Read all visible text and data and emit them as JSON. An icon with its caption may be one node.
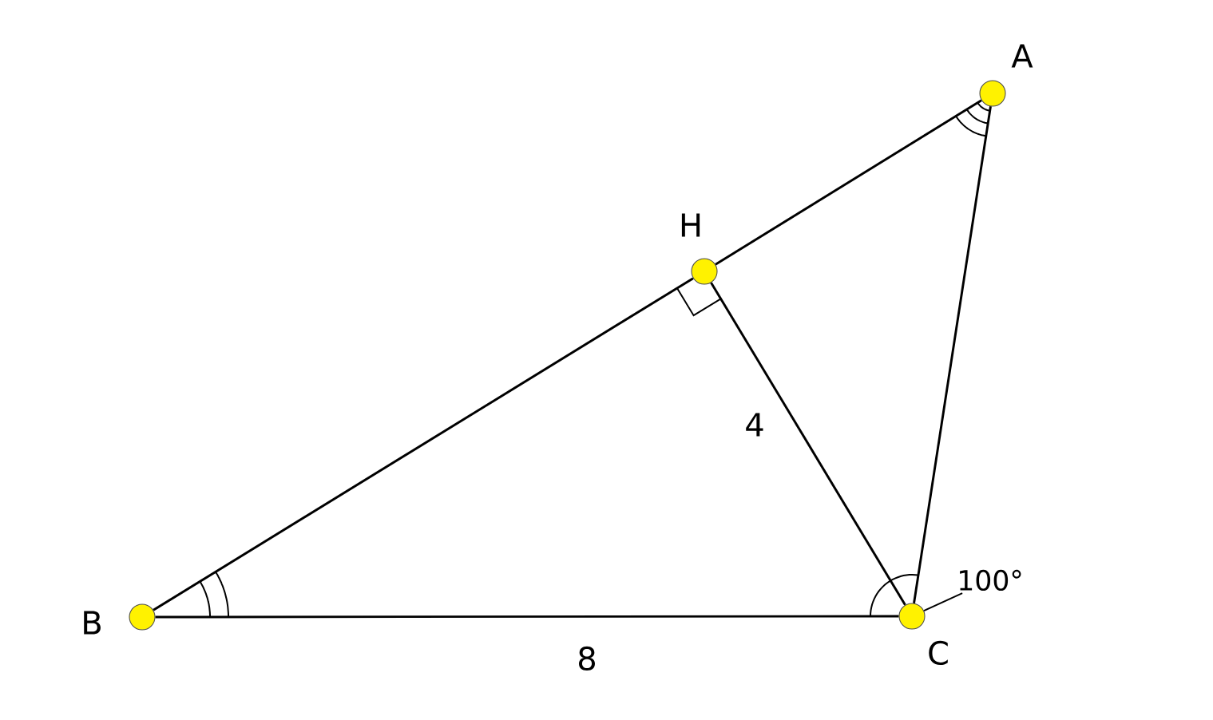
{
  "diagram": {
    "nodes": [
      {
        "text": [
          "A"
        ]
      },
      {
        "text": [
          "H"
        ]
      },
      {
        "text": [
          "B"
        ]
      },
      {
        "text": [
          "C"
        ]
      },
      {
        "text": [
          "100°"
        ]
      }
    ],
    "edges": [
      {
        "from": 2,
        "to": 1,
        "arrow": "none"
      },
      {
        "from": 1,
        "to": 0,
        "arrow": "none"
      },
      {
        "from": 2,
        "to": 3,
        "label": "8",
        "arrow": "none"
      },
      {
        "from": 1,
        "to": 3,
        "label": "4",
        "arrow": "none"
      },
      {
        "from": 0,
        "to": 3,
        "arrow": "none"
      },
      {
        "from": 4,
        "to": 3,
        "arrow": "none"
      }
    ]
  }
}
